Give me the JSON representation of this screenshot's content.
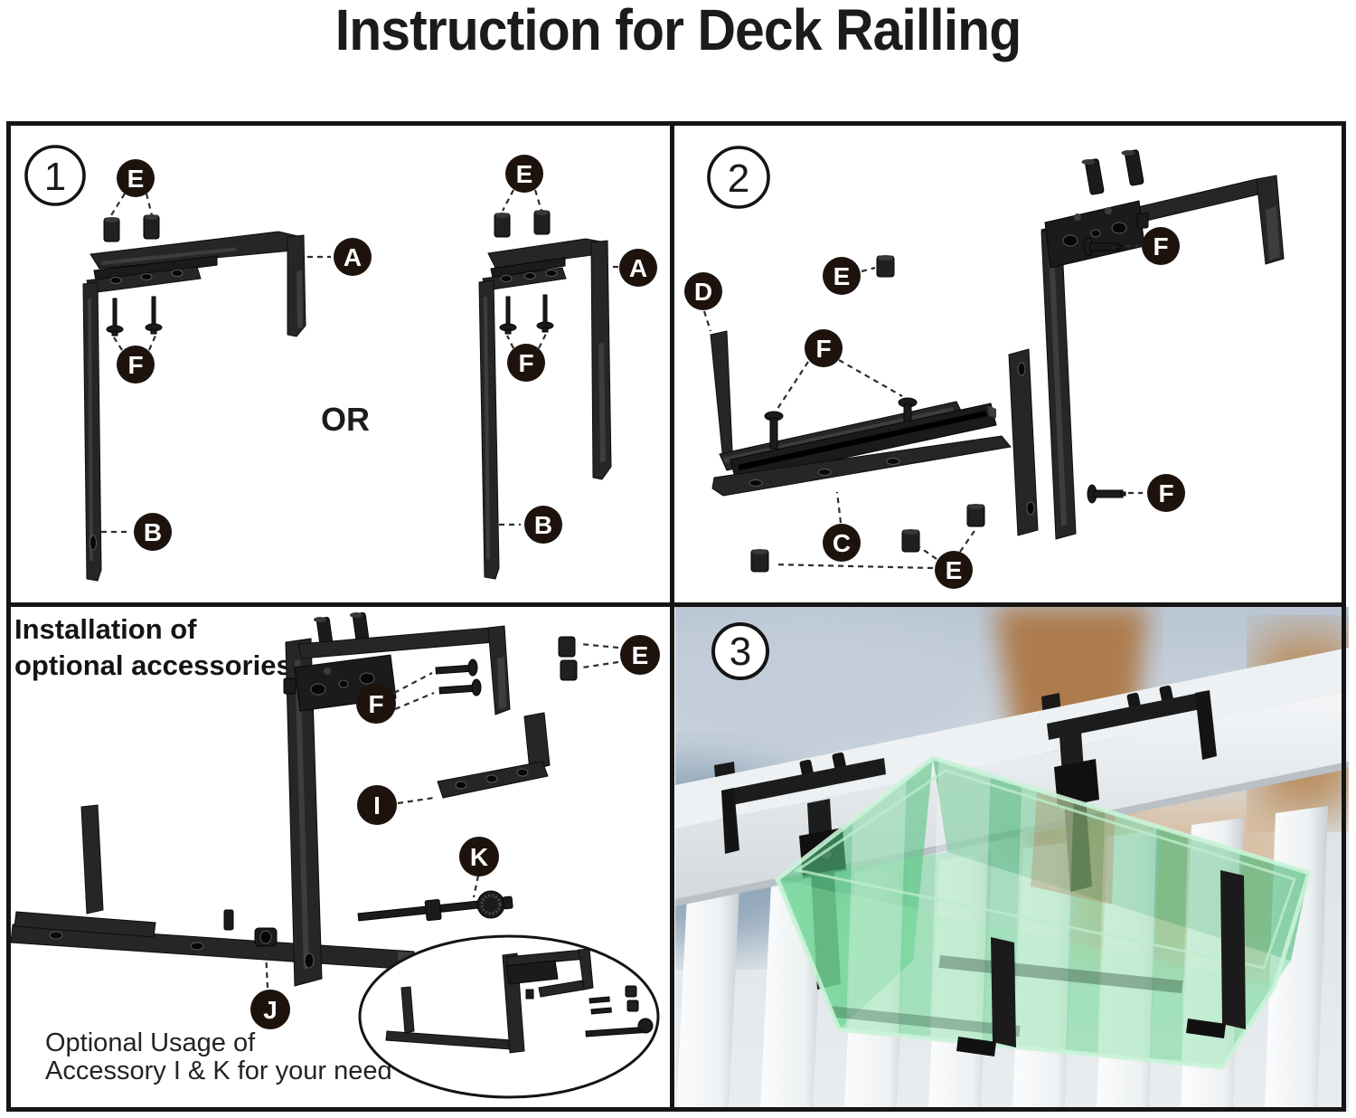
{
  "title": "Instruction for Deck Railling",
  "step1": {
    "number": "1",
    "or_label": "OR",
    "callouts": {
      "e_left": "E",
      "a_left": "A",
      "f_left": "F",
      "b_left": "B",
      "e_right": "E",
      "a_right": "A",
      "f_right": "F",
      "b_right": "B"
    }
  },
  "step2": {
    "number": "2",
    "callouts": {
      "d": "D",
      "e_top": "E",
      "f_top": "F",
      "f_mid": "F",
      "c": "C",
      "e_bottom": "E",
      "f_bottom": "F"
    }
  },
  "step3": {
    "heading_line1": "Installation of",
    "heading_line2": "optional accessories",
    "caption_line1": "Optional Usage of",
    "caption_line2": "Accessory I & K for your need",
    "callouts": {
      "f": "F",
      "e": "E",
      "i": "I",
      "k": "K",
      "j": "J"
    }
  },
  "step4": {
    "number": "3"
  },
  "colors": {
    "ink": "#151515",
    "label_circle": "#1d130c",
    "metal_dark": "#262626",
    "planter_green": "#5ecb85",
    "planter_rim": "#cdf5da",
    "rail_white": "#f0f3f5",
    "sky_blue_grey": "#b7c3d2",
    "wood_brown": "#ad7c4e"
  }
}
